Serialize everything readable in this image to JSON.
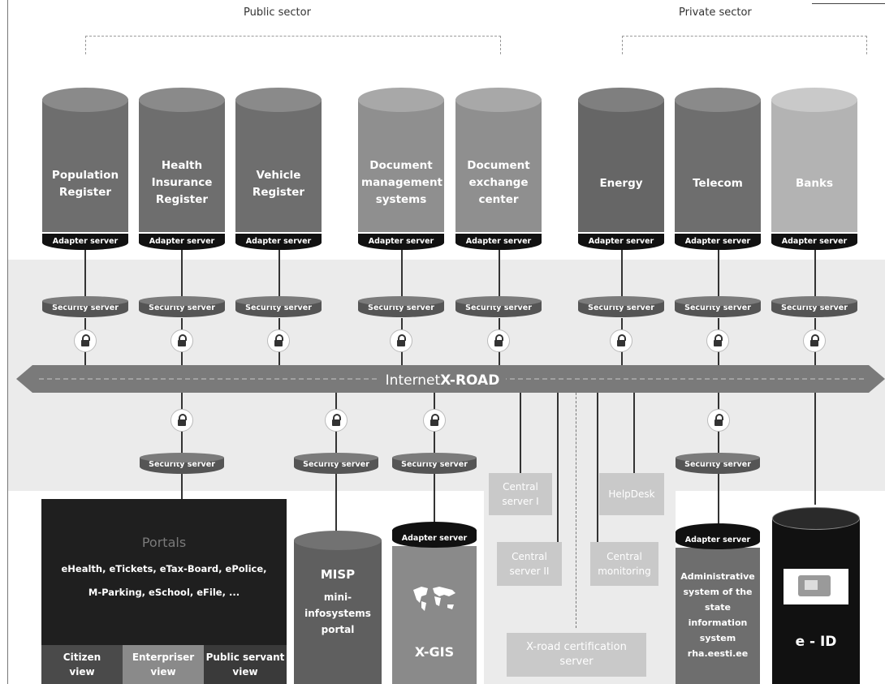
{
  "sectors": {
    "public": "Public sector",
    "private": "Private sector"
  },
  "registers": [
    {
      "label": "Population\nRegister",
      "adapter": "Adapter server",
      "security": "Security server"
    },
    {
      "label": "Health\nInsurance\nRegister",
      "adapter": "Adapter server",
      "security": "Security server"
    },
    {
      "label": "Vehicle\nRegister",
      "adapter": "Adapter server",
      "security": "Security server"
    },
    {
      "label": "Document\nmanagement\nsystems",
      "adapter": "Adapter server",
      "security": "Security server"
    },
    {
      "label": "Document\nexchange\ncenter",
      "adapter": "Adapter server",
      "security": "Security server"
    },
    {
      "label": "Energy",
      "adapter": "Adapter server",
      "security": "Security server"
    },
    {
      "label": "Telecom",
      "adapter": "Adapter server",
      "security": "Security server"
    },
    {
      "label": "Banks",
      "adapter": "Adapter server",
      "security": "Security server"
    }
  ],
  "xroad": {
    "prefix": "Internet ",
    "name": "X-ROAD"
  },
  "bottom_security": {
    "portals": "Security server",
    "misp": "Security server",
    "xgis": "Security server",
    "admin": "Security server"
  },
  "central": {
    "server1": "Central\nserver I",
    "server2": "Central\nserver II",
    "helpdesk": "HelpDesk",
    "monitoring": "Central\nmonitoring",
    "cert": "X-road certification\nserver"
  },
  "portals": {
    "title": "Portals",
    "list": "eHealth, eTickets, eTax-Board, ePolice,\nM-Parking, eSchool, eFile, ...",
    "views": [
      "Citizen\nview",
      "Enterpriser\nview",
      "Public servant\nview"
    ]
  },
  "misp": {
    "title": "MISP",
    "subtitle": "mini-\ninfosystems\nportal"
  },
  "xgis": {
    "adapter": "Adapter server",
    "label": "X-GIS"
  },
  "admin": {
    "adapter": "Adapter server",
    "label": "Administrative\nsystem of the\nstate information\nsystem\nrha.eesti.ee"
  },
  "eid": {
    "label": "e - ID"
  },
  "colors": {
    "band": "#ebebeb",
    "xroad": "#7a7a7a",
    "dark": "#1f1f1f",
    "light_box": "#c9c9c9"
  }
}
